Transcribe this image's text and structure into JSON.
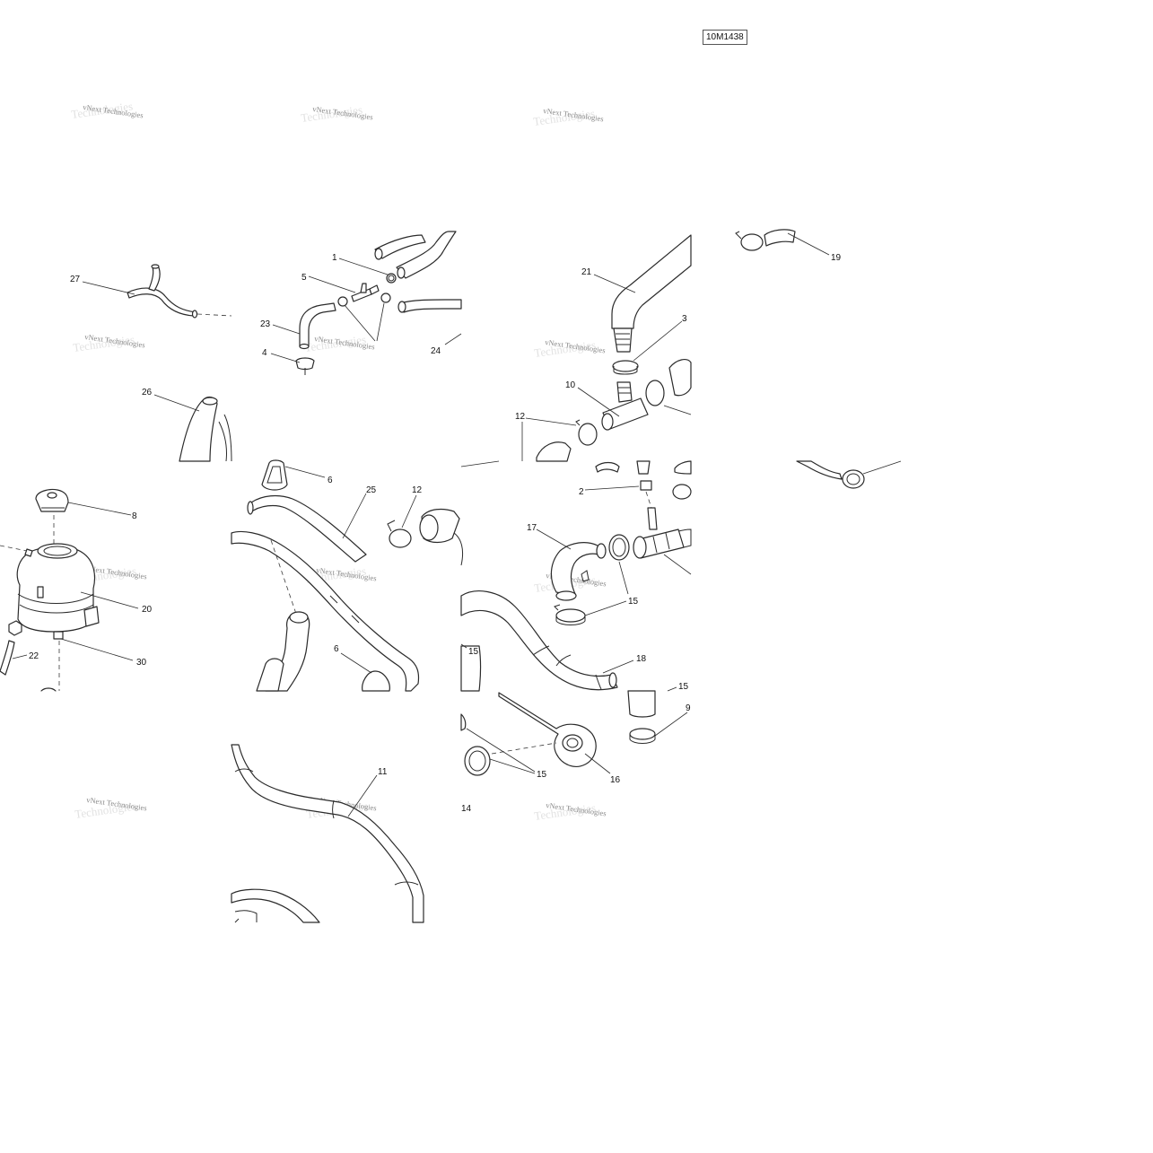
{
  "reference_code": "10M1438",
  "watermark_text": "vNext Technologies",
  "watermark_background_text": "Technologies",
  "callouts": {
    "c1": "1",
    "c2": "2",
    "c3": "3",
    "c4": "4",
    "c5": "5",
    "c6a": "6",
    "c6b": "6",
    "c8": "8",
    "c9": "9",
    "c10": "10",
    "c11": "11",
    "c12a": "12",
    "c12b": "12",
    "c14": "14",
    "c15a": "15",
    "c15b": "15",
    "c15c": "15",
    "c15d": "15",
    "c16": "16",
    "c17": "17",
    "c18": "18",
    "c19": "19",
    "c20": "20",
    "c21": "21",
    "c22": "22",
    "c23": "23",
    "c24": "24",
    "c25": "25",
    "c26": "26",
    "c27": "27",
    "c30": "30"
  },
  "colors": {
    "line": "#2b2b2b",
    "watermark": "#8a8a8a",
    "background": "#ffffff"
  }
}
